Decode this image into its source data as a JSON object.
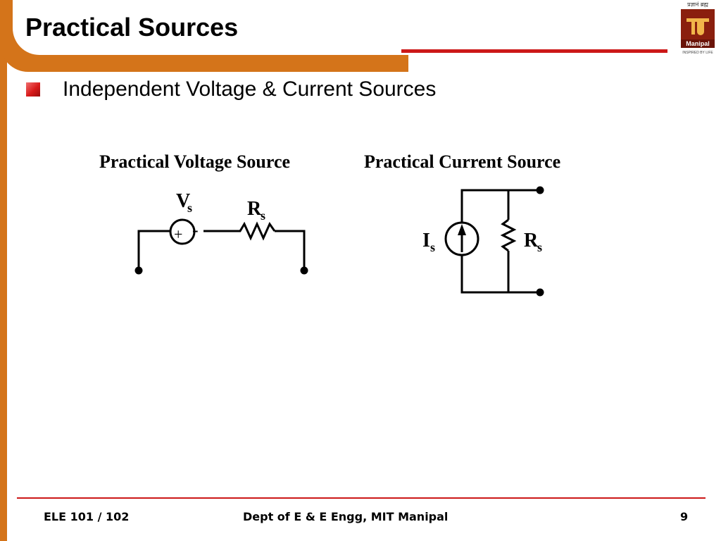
{
  "header": {
    "title": "Practical Sources",
    "logo": {
      "brand": "Manipal",
      "tagline": "INSPIRED BY LIFE",
      "script_text": "प्रज्ञानं ब्रह्म"
    }
  },
  "content": {
    "bullet": "Independent Voltage & Current Sources",
    "voltage_source": {
      "heading": "Practical Voltage Source",
      "source_label": "V",
      "source_sub": "s",
      "resistor_label": "R",
      "resistor_sub": "s",
      "plus": "+",
      "minus": "-"
    },
    "current_source": {
      "heading": "Practical Current Source",
      "source_label": "I",
      "source_sub": "s",
      "resistor_label": "R",
      "resistor_sub": "s"
    }
  },
  "footer": {
    "course": "ELE 101 / 102",
    "dept": "Dept of E & E Engg, MIT Manipal",
    "page": "9"
  },
  "colors": {
    "accent_orange": "#d4741a",
    "accent_red": "#cc1818"
  }
}
